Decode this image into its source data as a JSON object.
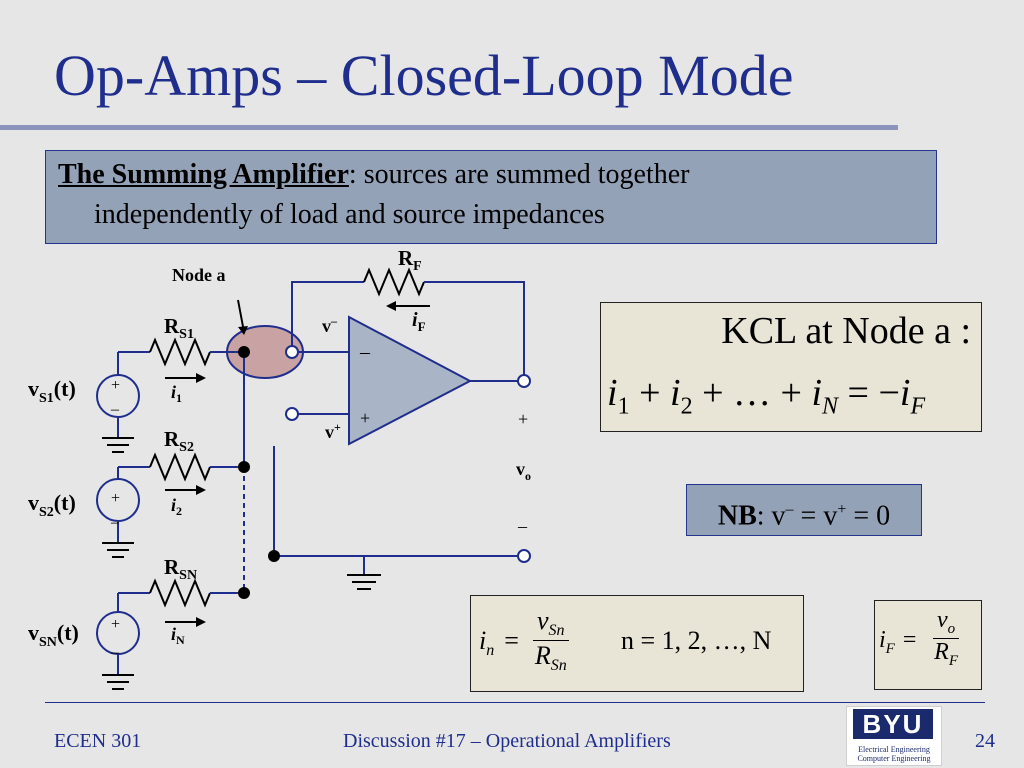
{
  "slide": {
    "title": "Op-Amps – Closed-Loop Mode",
    "description": {
      "term": "The Summing Amplifier",
      "line1_rest": ": sources are summed together",
      "line2": "independently of load and source impedances"
    }
  },
  "circuit": {
    "node_label": "Node a",
    "rf": {
      "main": "R",
      "sub": "F"
    },
    "if_label": {
      "main": "i",
      "sub": "F"
    },
    "v_minus": {
      "main": "v",
      "sup": "–"
    },
    "v_plus": {
      "main": "v",
      "sup": "+"
    },
    "opamp_minus": "–",
    "opamp_plus": "+",
    "output": {
      "plus": "+",
      "vo_main": "v",
      "vo_sub": "o",
      "minus": "–"
    },
    "sources": [
      {
        "r_main": "R",
        "r_sub": "S1",
        "v_main": "v",
        "v_sub": "S1",
        "v_tail": "(t)",
        "i_main": "i",
        "i_sub": "1",
        "plus": "+",
        "minus": "–"
      },
      {
        "r_main": "R",
        "r_sub": "S2",
        "v_main": "v",
        "v_sub": "S2",
        "v_tail": "(t)",
        "i_main": "i",
        "i_sub": "2",
        "plus": "+",
        "minus": "–"
      },
      {
        "r_main": "R",
        "r_sub": "SN",
        "v_main": "v",
        "v_sub": "SN",
        "v_tail": "(t)",
        "i_main": "i",
        "i_sub": "N",
        "plus": "+",
        "minus": "–"
      }
    ]
  },
  "kcl": {
    "title": "KCL at Node a :",
    "eq_i": "i",
    "eq_s1": "1",
    "eq_p1": " + ",
    "eq_s2": "2",
    "eq_p2": " + … + ",
    "eq_sN": "N",
    "eq_eq": " = −",
    "eq_sF": "F"
  },
  "nb": {
    "label": "NB",
    "text": ": v",
    "sup1": "–",
    "mid": " = v",
    "sup2": "+",
    "tail": " = 0"
  },
  "in_formula": {
    "lhs_main": "i",
    "lhs_sub": "n",
    "eq": "=",
    "num_main": "v",
    "num_sub": "Sn",
    "den_main": "R",
    "den_sub": "Sn",
    "range": "n = 1, 2, …, N"
  },
  "if_formula": {
    "lhs_main": "i",
    "lhs_sub": "F",
    "eq": "=",
    "num_main": "v",
    "num_sub": "o",
    "den_main": "R",
    "den_sub": "F"
  },
  "footer": {
    "course": "ECEN 301",
    "topic": "Discussion #17 – Operational Amplifiers",
    "page": "24",
    "logo_name": "BYU",
    "logo_line1": "Electrical Engineering",
    "logo_line2": "Computer Engineering"
  },
  "colors": {
    "title": "#1f2d8c",
    "box": "#94a2b8",
    "formula_box": "#e8e4d6",
    "wire": "#1f2d8c"
  }
}
